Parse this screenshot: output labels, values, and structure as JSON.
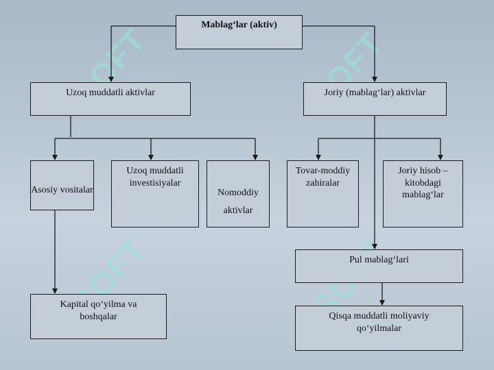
{
  "watermark": "SOFT",
  "nodes": {
    "root": "Mablag‘lar (aktiv)",
    "long_term": "Uzoq muddatli aktivlar",
    "current": "Joriy (mablag‘lar) aktivlar",
    "fixed_assets": "Asosiy vositalar",
    "long_invest": "Uzoq muddatli investisiyalar",
    "intangible": "Nomoddiy aktivlar",
    "inventory": "Tovar-moddiy zahiralar",
    "current_account": "Joriy hisob – kitobdagi mablag‘lar",
    "cash": "Pul mablag‘lari",
    "capital": "Kapital qo‘yilma va boshqalar",
    "short_invest": "Qisqa muddatli moliyaviy qo‘yilmalar"
  }
}
